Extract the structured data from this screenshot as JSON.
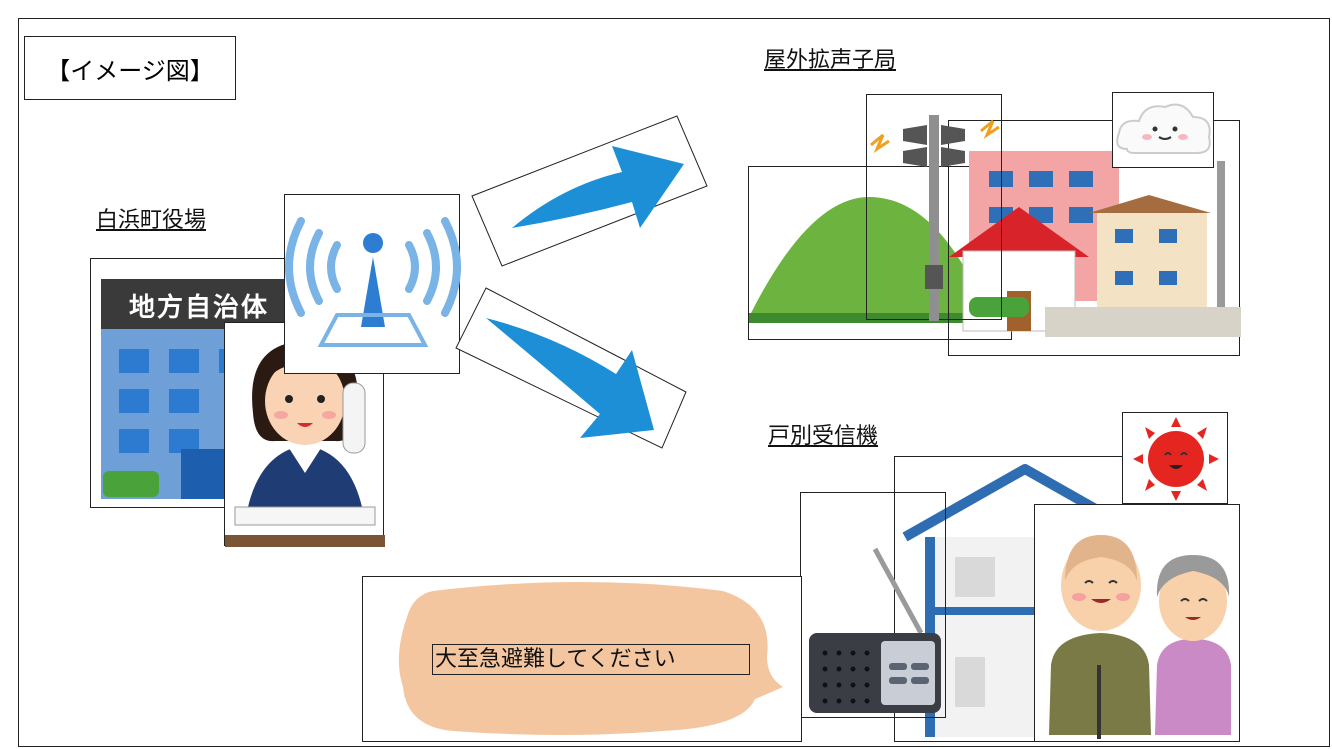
{
  "title": "【イメージ図】",
  "labels": {
    "town_hall": "白浜町役場",
    "outdoor_station": "屋外拡声子局",
    "household_receiver": "戸別受信機"
  },
  "building_sign": "地方自治体",
  "bubble_text": "大至急避難してください",
  "colors": {
    "arrow": "#1d8fd6",
    "bubble": "#f3c6a0",
    "building": "#6e9fd6",
    "hill": "#6cb33f",
    "roof": "#d8232a",
    "sun": "#e52620"
  }
}
